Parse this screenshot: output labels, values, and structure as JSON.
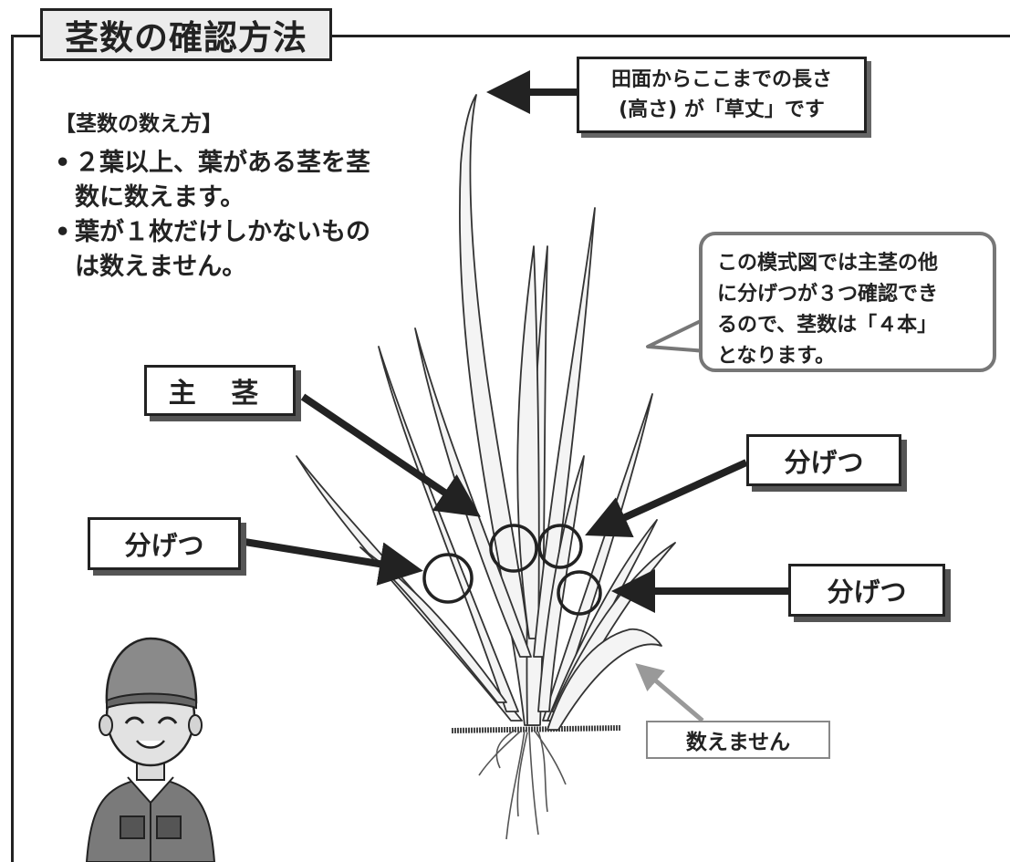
{
  "title": "茎数の確認方法",
  "instructions": {
    "heading": "【茎数の数え方】",
    "items": [
      "２葉以上、葉がある茎を茎数に数えます。",
      "葉が１枚だけしかないものは数えません。"
    ],
    "bullet": "•"
  },
  "height_note": {
    "line1": "田面からここまでの長さ",
    "line2": "(高さ) が「草丈」です"
  },
  "speech_bubble": {
    "line1": "この模式図では主茎の他",
    "line2": "に分げつが３つ確認でき",
    "line3": "るので、茎数は「４本」",
    "line4": "となります。"
  },
  "labels": {
    "main_stem": "主 茎",
    "tiller_left": "分げつ",
    "tiller_right_upper": "分げつ",
    "tiller_right_lower": "分げつ",
    "not_counted": "数えません"
  },
  "colors": {
    "ink": "#222222",
    "title_fill": "#ececec",
    "bubble_border": "#777777",
    "leaf_fill": "#f4f4f4"
  }
}
